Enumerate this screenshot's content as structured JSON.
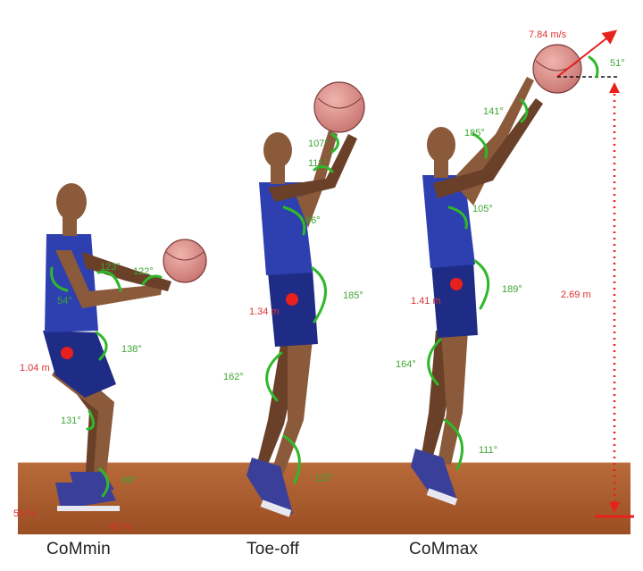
{
  "captions": {
    "commin": "CoMmin",
    "toeoff": "Toe-off",
    "commax": "CoMmax"
  },
  "commin": {
    "angles": {
      "shoulder_upper": "123°",
      "elbow": "122°",
      "shoulder": "54°",
      "hip": "138°",
      "knee": "131°",
      "ankle": "89°"
    },
    "com_height": "1.04 m",
    "foot_left": "55 %",
    "foot_right": "45 %"
  },
  "toeoff": {
    "angles": {
      "wrist": "107°",
      "elbow": "111°",
      "shoulder": "86°",
      "hip": "185°",
      "knee": "162°",
      "ankle": "115°"
    },
    "com_height": "1.34 m"
  },
  "commax": {
    "angles": {
      "wrist": "141°",
      "elbow": "185°",
      "shoulder": "105°",
      "hip": "189°",
      "knee": "164°",
      "ankle": "111°"
    },
    "com_height": "1.41 m"
  },
  "release": {
    "velocity": "7.84 m/s",
    "angle": "51°",
    "height": "2.69 m"
  },
  "colors": {
    "angle_label": "#3fa535",
    "measure_label": "#e03030",
    "floor": "#a9592b",
    "jersey": "#2e3fb0"
  }
}
